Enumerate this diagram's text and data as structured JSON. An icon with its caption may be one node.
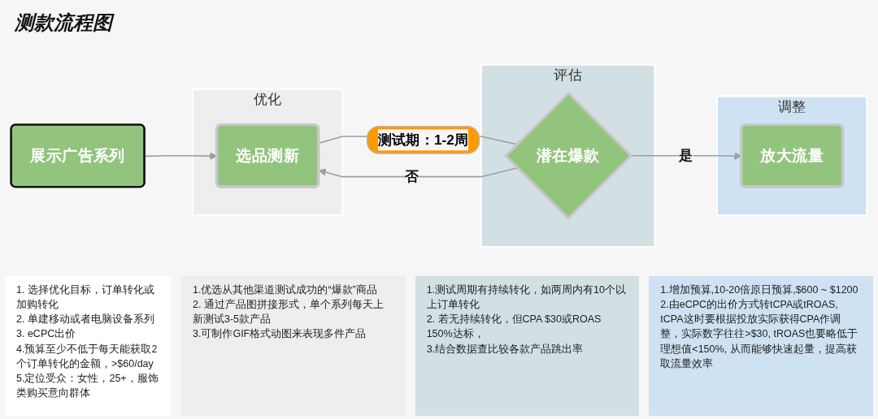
{
  "diagram": {
    "title": "测款流程图",
    "nodes": [
      {
        "text": [
          "展示广告系列"
        ]
      },
      {
        "text": [
          "优化"
        ]
      },
      {
        "text": [
          "选品测新"
        ],
        "in": 1
      },
      {
        "text": [
          "评估"
        ]
      },
      {
        "text": [
          "潜在爆款"
        ],
        "in": 3
      },
      {
        "text": [
          "调整"
        ]
      },
      {
        "text": [
          "放大流量"
        ],
        "in": 5
      }
    ],
    "edges": [
      {
        "from": 0,
        "to": 2,
        "arrow": "to"
      },
      {
        "from": 2,
        "to": 4,
        "arrow": "none",
        "label": "测试期：1-2周"
      },
      {
        "from": 4,
        "to": 6,
        "arrow": "to",
        "label": "是"
      },
      {
        "from": 4,
        "to": 2,
        "arrow": "to",
        "label": "否"
      }
    ],
    "labels": [
      "1. 选择优化目标，订单转化或加购转化",
      "2. 单建移动或者电脑设备系列",
      "3. eCPC出价",
      "4.预算至少不低于每天能获取2个订单转化的金额，>$60/day",
      "5.定位受众：女性，25+，服饰类购买意向群体",
      "1.优选从其他渠道测试成功的“爆款”商品",
      "2. 通过产品图拼接形式，单个系列每天上新测试3-5款产品",
      "3.可制作GIF格式动图来表现多件产品",
      "1.测试周期有持续转化，如两周内有10个以上订单转化",
      "2. 若无持续转化，但CPA $30或ROAS 150%达标，",
      "3.结合数据查比较各款产品跳出率",
      "1.增加预算,10-20倍原日预算,$600 ~ $1200",
      "2.由eCPC的出价方式转tCPA或tROAS, tCPA这时要根据投放实际获得CPA作调整，实际数字往往>$30, tROAS也要略低于理想值<150%, 从而能够快速起量，提高获取流量效率"
    ]
  }
}
